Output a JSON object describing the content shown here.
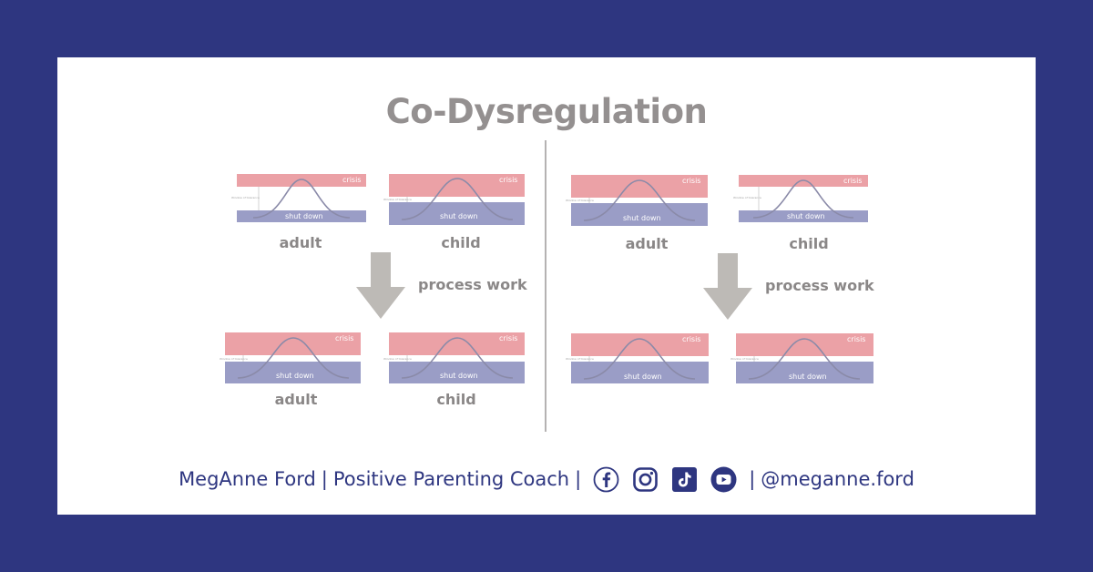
{
  "title": "Co-Dysregulation",
  "labels": {
    "adult": "adult",
    "child": "child",
    "process_work": "process work",
    "crisis": "crisis",
    "shut_down": "shut down",
    "window": "Window of tolerance"
  },
  "footer": {
    "name": "MegAnne Ford",
    "separator": "|",
    "role": "Positive Parenting Coach",
    "handle": "@meganne.ford",
    "icons": [
      "facebook-icon",
      "instagram-icon",
      "tiktok-icon",
      "youtube-icon"
    ]
  },
  "colors": {
    "background": "#2e3680",
    "card": "#ffffff",
    "crisis_band": "#eba1a6",
    "shutdown_band": "#9a9dc6",
    "curve": "#8a8aa8",
    "text_gray": "#8a8787",
    "footer_text": "#2e3680"
  }
}
